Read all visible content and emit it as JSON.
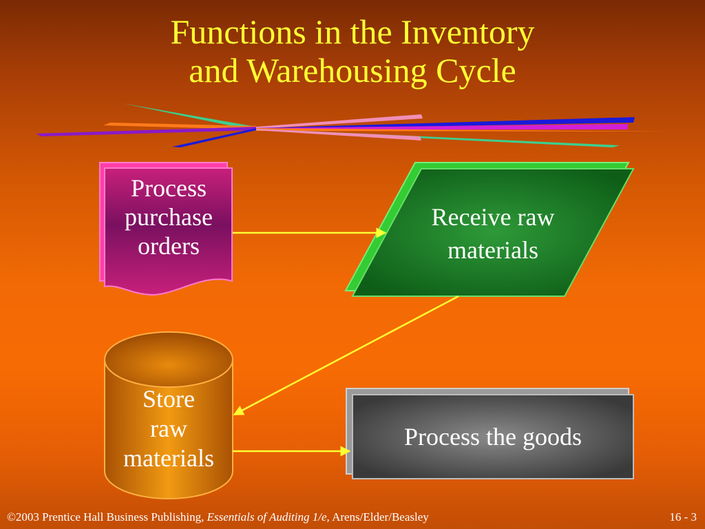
{
  "title": {
    "line1": "Functions in the Inventory",
    "line2": "and Warehousing Cycle"
  },
  "nodes": {
    "purchase_orders": {
      "label": "Process\npurchase\norders",
      "shape": "document",
      "color": "#e23891"
    },
    "receive_raw": {
      "label": "Receive raw\nmaterials",
      "shape": "parallelogram",
      "color": "#1f8a2a"
    },
    "store_raw": {
      "label": "Store\nraw\nmaterials",
      "shape": "cylinder",
      "color": "#d67a06"
    },
    "process_goods": {
      "label": "Process the goods",
      "shape": "rectangle",
      "color": "#4a4a4a"
    }
  },
  "arrows": [
    {
      "from": "purchase_orders",
      "to": "receive_raw"
    },
    {
      "from": "receive_raw",
      "to": "store_raw"
    },
    {
      "from": "store_raw",
      "to": "process_goods"
    }
  ],
  "colors": {
    "title": "#ffff33",
    "arrow": "#ffff33",
    "decor": [
      "#3ccf8f",
      "#f08fb8",
      "#1a1adb",
      "#d21fd8",
      "#8a1ac8",
      "#ff7a1a"
    ]
  },
  "footer": {
    "copyright": "©2003 Prentice Hall Business Publishing,",
    "book": "Essentials of Auditing 1/e,",
    "authors": "Arens/Elder/Beasley",
    "slide_number": "16 - 3"
  }
}
